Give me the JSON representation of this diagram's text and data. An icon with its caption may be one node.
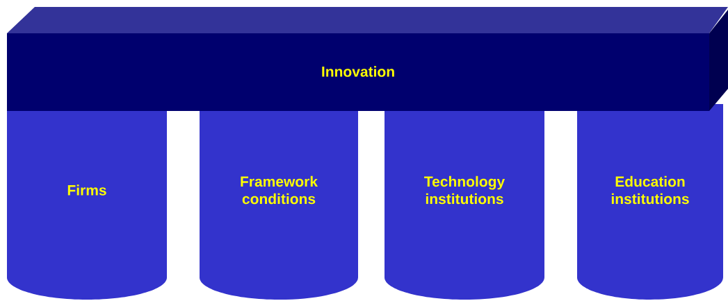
{
  "diagram": {
    "nodes": [
      {
        "text": [
          "Innovation"
        ]
      },
      {
        "text": [
          "Firms"
        ]
      },
      {
        "text": [
          "Framework conditions"
        ]
      },
      {
        "text": [
          "Technology institutions"
        ]
      },
      {
        "text": [
          "Education institutions"
        ]
      }
    ]
  }
}
